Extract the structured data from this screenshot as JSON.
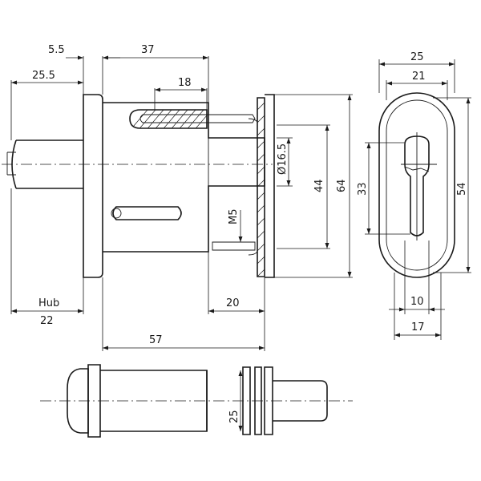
{
  "dimensions": {
    "d_5_5": "5.5",
    "d_37": "37",
    "d_25_5": "25.5",
    "d_18": "18",
    "d_dia_16_5": "Ø16.5",
    "d_44": "44",
    "d_64": "64",
    "d_33": "33",
    "d_54": "54",
    "d_25_top": "25",
    "d_21": "21",
    "d_m5": "M5",
    "d_20": "20",
    "d_10": "10",
    "d_17": "17",
    "d_hub_label": "Hub",
    "d_22": "22",
    "d_57": "57",
    "d_25_side": "25"
  },
  "colors": {
    "line": "#1a1a1a",
    "background": "#ffffff"
  }
}
